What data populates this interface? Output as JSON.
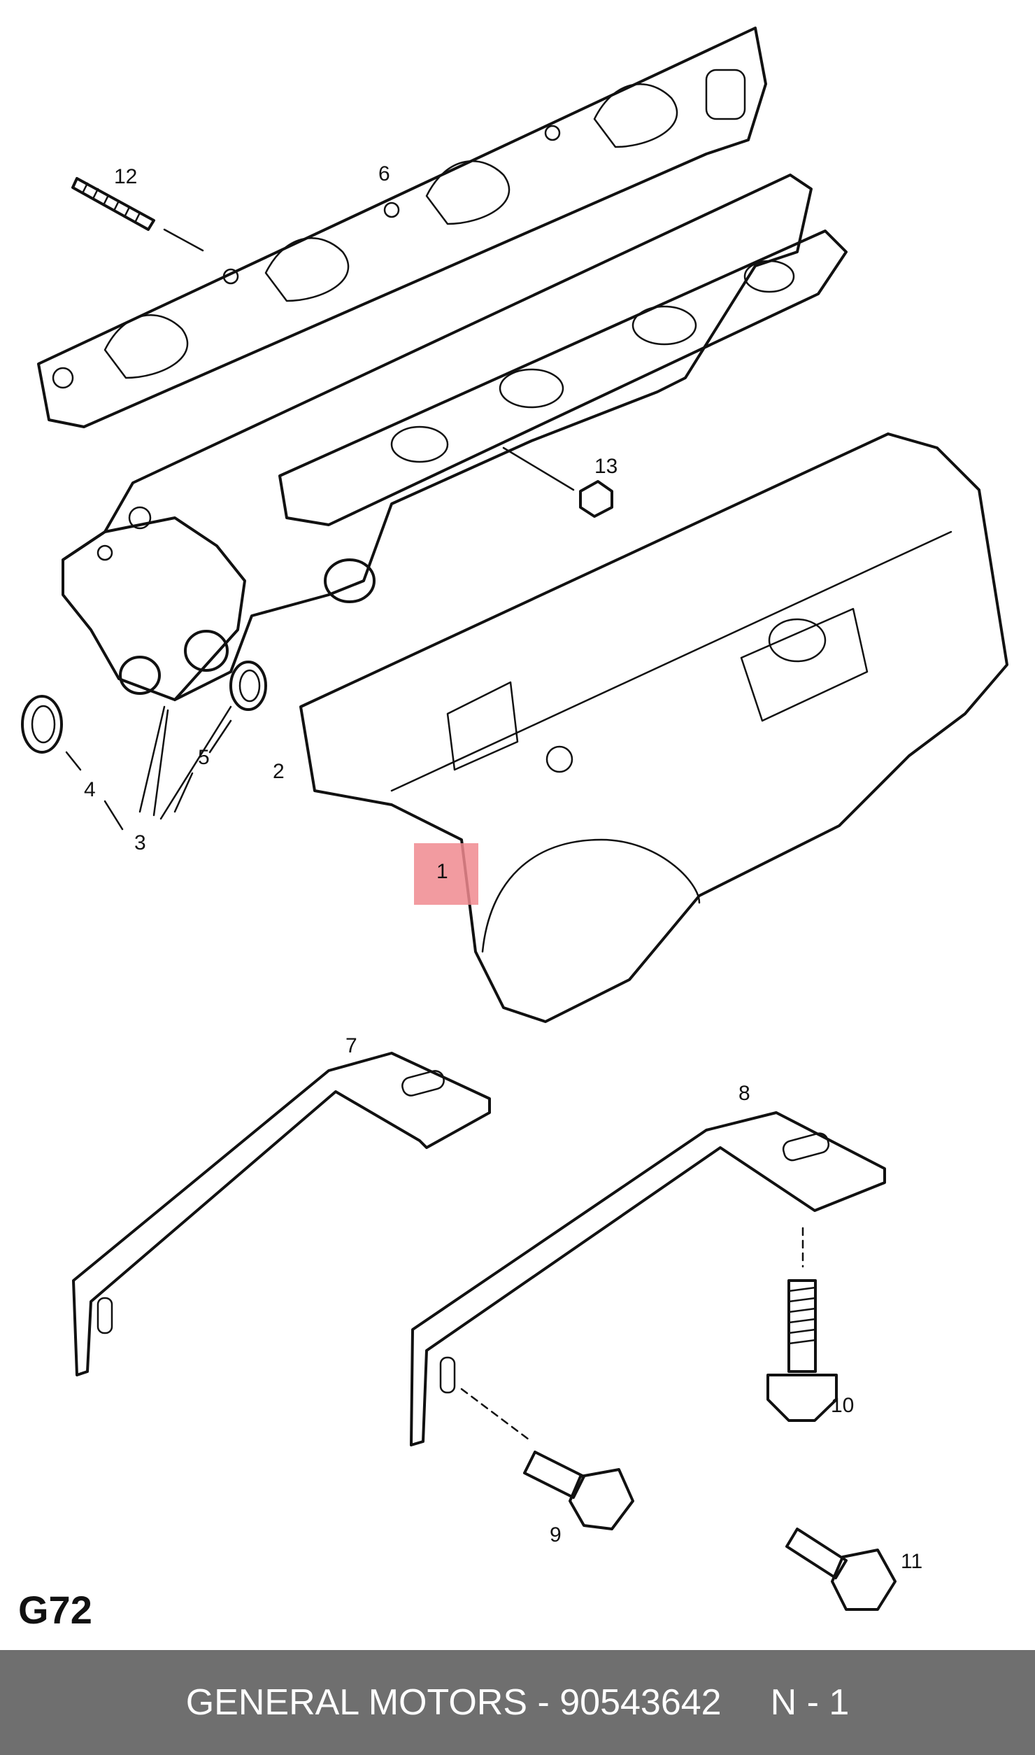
{
  "diagram": {
    "code": "G72",
    "highlighted_callout": "1",
    "callouts": [
      "1",
      "2",
      "3",
      "4",
      "5",
      "6",
      "7",
      "8",
      "9",
      "10",
      "11",
      "12",
      "13"
    ],
    "highlight_color": "#f08a8f"
  },
  "footer": {
    "brand": "GENERAL MOTORS",
    "separator": " - ",
    "part_number": "90543642",
    "quantity": "N - 1",
    "background": "#6f6f6f"
  }
}
